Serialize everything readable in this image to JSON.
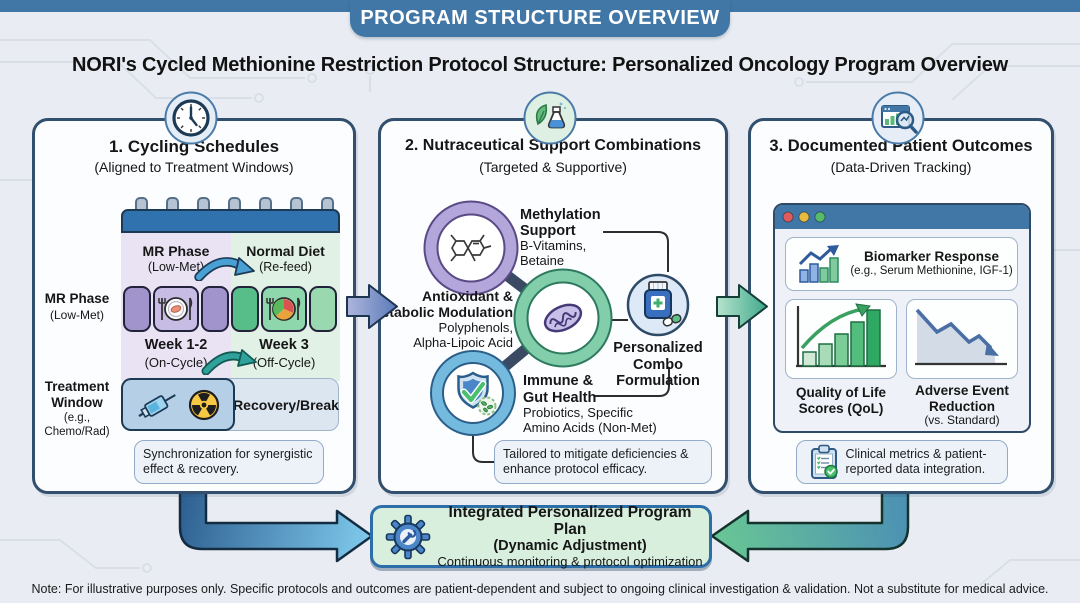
{
  "banner": {
    "label": "PROGRAM STRUCTURE OVERVIEW"
  },
  "title": "NORI's Cycled Methionine Restriction Protocol Structure: Personalized Oncology Program Overview",
  "panels": {
    "cycling": {
      "title": "1. Cycling Schedules",
      "subtitle": "(Aligned to Treatment Windows)",
      "calendar": {
        "left_phase": "MR Phase",
        "left_phase_sub": "(Low-Met)",
        "right_phase": "Normal Diet",
        "right_phase_sub": "(Re-feed)"
      },
      "row_label": "MR Phase",
      "row_label_sub": "(Low-Met)",
      "week_on": "Week 1-2",
      "week_on_sub": "(On-Cycle)",
      "week_off": "Week 3",
      "week_off_sub": "(Off-Cycle)",
      "treatment_label_1": "Treatment",
      "treatment_label_2": "Window",
      "treatment_sub_1": "(e.g.,",
      "treatment_sub_2": "Chemo/Rad)",
      "recovery": "Recovery/Break",
      "note": "Synchronization for synergistic effect & recovery."
    },
    "nutraceutical": {
      "title": "2. Nutraceutical Support Combinations",
      "subtitle": "(Targeted & Supportive)",
      "methylation_title_1": "Methylation",
      "methylation_title_2": "Support",
      "methylation_item_1": "B-Vitamins,",
      "methylation_item_2": "Betaine",
      "antioxidant_title_1": "Antioxidant &",
      "antioxidant_title_2": "Metabolic Modulation",
      "antioxidant_item_1": "Polyphenols,",
      "antioxidant_item_2": "Alpha-Lipoic Acid",
      "immune_title_1": "Immune &",
      "immune_title_2": "Gut Health",
      "immune_item_1": "Probiotics, Specific",
      "immune_item_2": "Amino Acids (Non-Met)",
      "combo_1": "Personalized",
      "combo_2": "Combo",
      "combo_3": "Formulation",
      "note": "Tailored to mitigate deficiencies & enhance protocol efficacy."
    },
    "outcomes": {
      "title": "3. Documented Patient Outcomes",
      "subtitle": "(Data-Driven Tracking)",
      "biomarker_title": "Biomarker Response",
      "biomarker_sub": "(e.g., Serum Methionine, IGF-1)",
      "qol_1": "Quality of Life",
      "qol_2": "Scores (QoL)",
      "adverse_1": "Adverse Event",
      "adverse_2": "Reduction",
      "adverse_sub": "(vs. Standard)",
      "note": "Clinical metrics & patient-reported data integration."
    }
  },
  "integration": {
    "title": "Integrated Personalized Program Plan",
    "subtitle": "(Dynamic Adjustment)",
    "caption": "Continuous monitoring & protocol optimization"
  },
  "footer_note": "Note: For illustrative purposes only. Specific protocols and outcomes are patient-dependent and subject to ongoing clinical investigation & validation. Not a substitute for medical advice.",
  "colors": {
    "banner_blue": "#4077a6",
    "panel_border": "#32506e",
    "purple_accent": "#a99cd1",
    "green_accent": "#6fc794",
    "blue_accent": "#5fa8d6",
    "integration_bg": "#d7efdc"
  }
}
